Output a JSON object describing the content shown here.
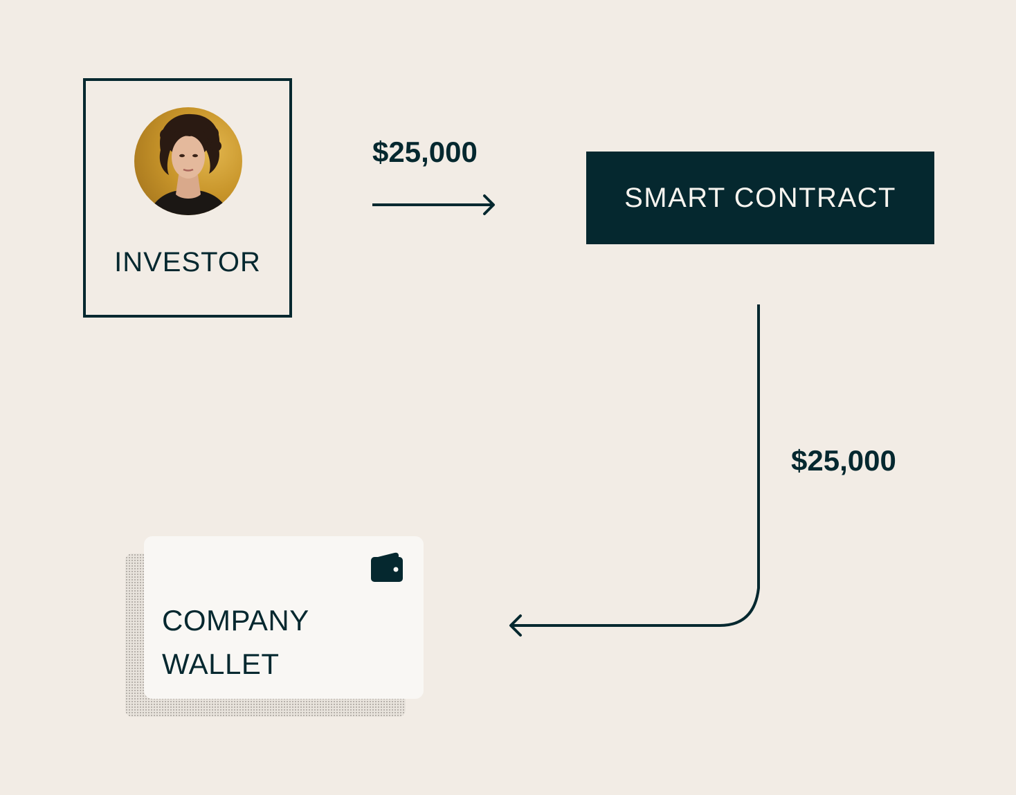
{
  "investor": {
    "label": "INVESTOR"
  },
  "transfer_to_contract": {
    "amount": "$25,000"
  },
  "smart_contract": {
    "label": "SMART CONTRACT"
  },
  "transfer_to_wallet": {
    "amount": "$25,000"
  },
  "company_wallet": {
    "line1": "COMPANY",
    "line2": "WALLET",
    "icon": "wallet-icon"
  },
  "colors": {
    "background": "#f2ece5",
    "ink": "#05282f",
    "card": "#f9f7f4"
  }
}
